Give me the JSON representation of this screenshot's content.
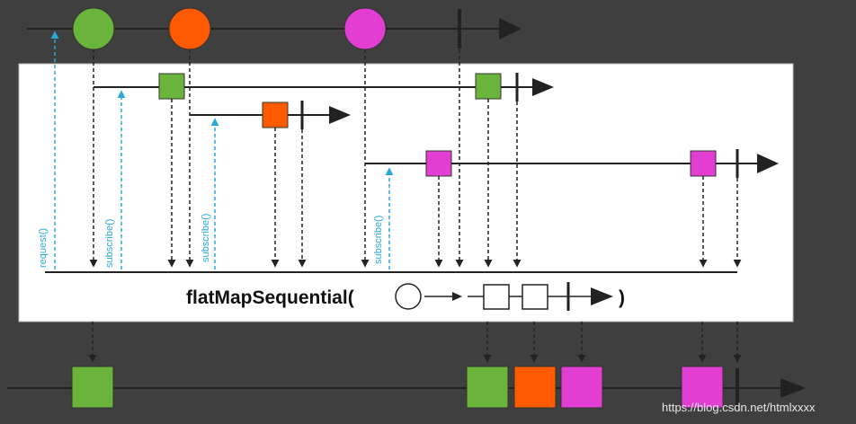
{
  "operator_label": "flatMapSequential(",
  "operator_close": ")",
  "calls": {
    "request": "request()",
    "subscribe1": "subscribe()",
    "subscribe2": "subscribe()",
    "subscribe3": "subscribe()"
  },
  "watermark": "https://blog.csdn.net/htmlxxxx",
  "colors": {
    "background": "#3f3f3f",
    "panel": "#ffffff",
    "green": "#6ab43c",
    "orange": "#ff5a00",
    "magenta": "#e23ed2",
    "call_arrow": "#2aa8d8",
    "line": "#222222"
  }
}
